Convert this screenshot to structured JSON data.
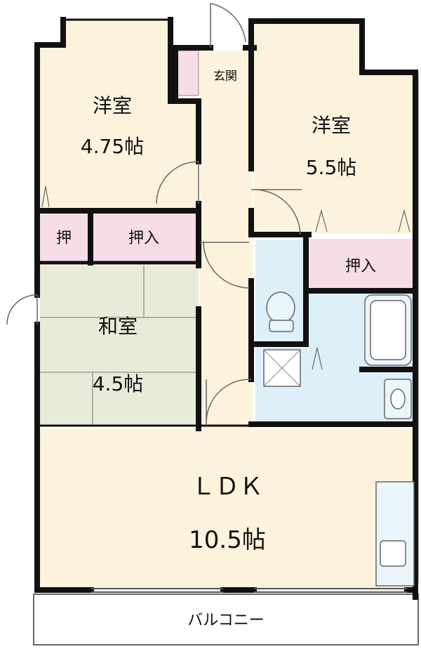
{
  "rooms": {
    "western_room_1": {
      "name": "洋室",
      "size": "4.75帖"
    },
    "western_room_2": {
      "name": "洋室",
      "size": "5.5帖"
    },
    "japanese_room": {
      "name": "和室",
      "size": "4.5帖"
    },
    "ldk": {
      "name": "ＬＤＫ",
      "size": "10.5帖"
    }
  },
  "storage": {
    "closet_small": "押",
    "closet_left": "押入",
    "closet_right": "押入"
  },
  "entrance": "玄関",
  "balcony": "バルコニー",
  "colors": {
    "western_floor": "#fdf3dc",
    "japanese_floor": "#e6ecd7",
    "wet_area": "#ddf0fa",
    "storage": "#f6dde6",
    "wall": "#111111"
  }
}
